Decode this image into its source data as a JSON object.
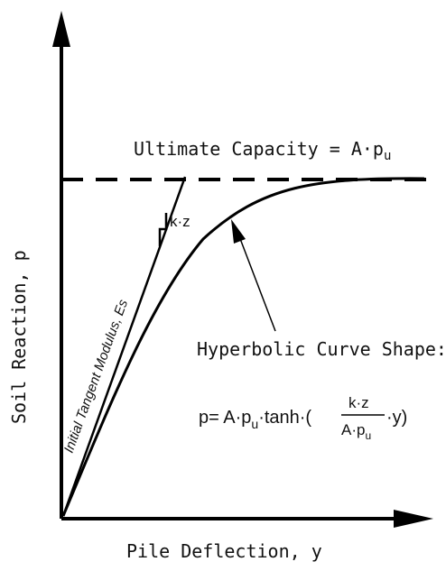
{
  "diagram": {
    "ultimate_label": "Ultimate Capacity = A·p",
    "ultimate_sub": "u",
    "y_axis_label": "Soil Reaction, p",
    "x_axis_label": "Pile Deflection, y",
    "tangent_label": "Initial Tangent Modulus, Es",
    "kz_label": "k·z",
    "curve_label": "Hyperbolic Curve Shape:",
    "equation": {
      "lhs": "p= A·p",
      "sub1": "u",
      "tanh": "·tanh·(",
      "numerator": "k·z",
      "denominator": "A·p",
      "sub2": "u",
      "tail": "·y)"
    }
  }
}
